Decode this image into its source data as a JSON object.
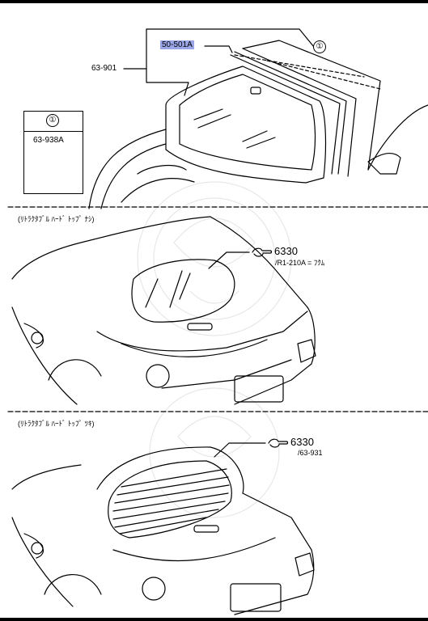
{
  "callout_symbol": "①",
  "section1": {
    "part_highlight": "50-501A",
    "part_windshield": "63-901",
    "legend_symbol": "①",
    "legend_part": "63-938A"
  },
  "section2": {
    "header": "(ﾘﾄﾗｸﾀﾌﾞﾙ ﾊｰﾄﾞ ﾄｯﾌﾟ ﾅｼ)",
    "ref_number": "6330",
    "ref_sub": "/R1-210A = ﾌｸﾑ"
  },
  "section3": {
    "header": "(ﾘﾄﾗｸﾀﾌﾞﾙ ﾊｰﾄﾞ ﾄｯﾌﾟ ﾂｷ)",
    "ref_number": "6330",
    "ref_sub": "/63-931"
  },
  "colors": {
    "highlight": "#9aa6e8",
    "line": "#000000"
  },
  "icons": [
    "pointing-hand-icon"
  ]
}
